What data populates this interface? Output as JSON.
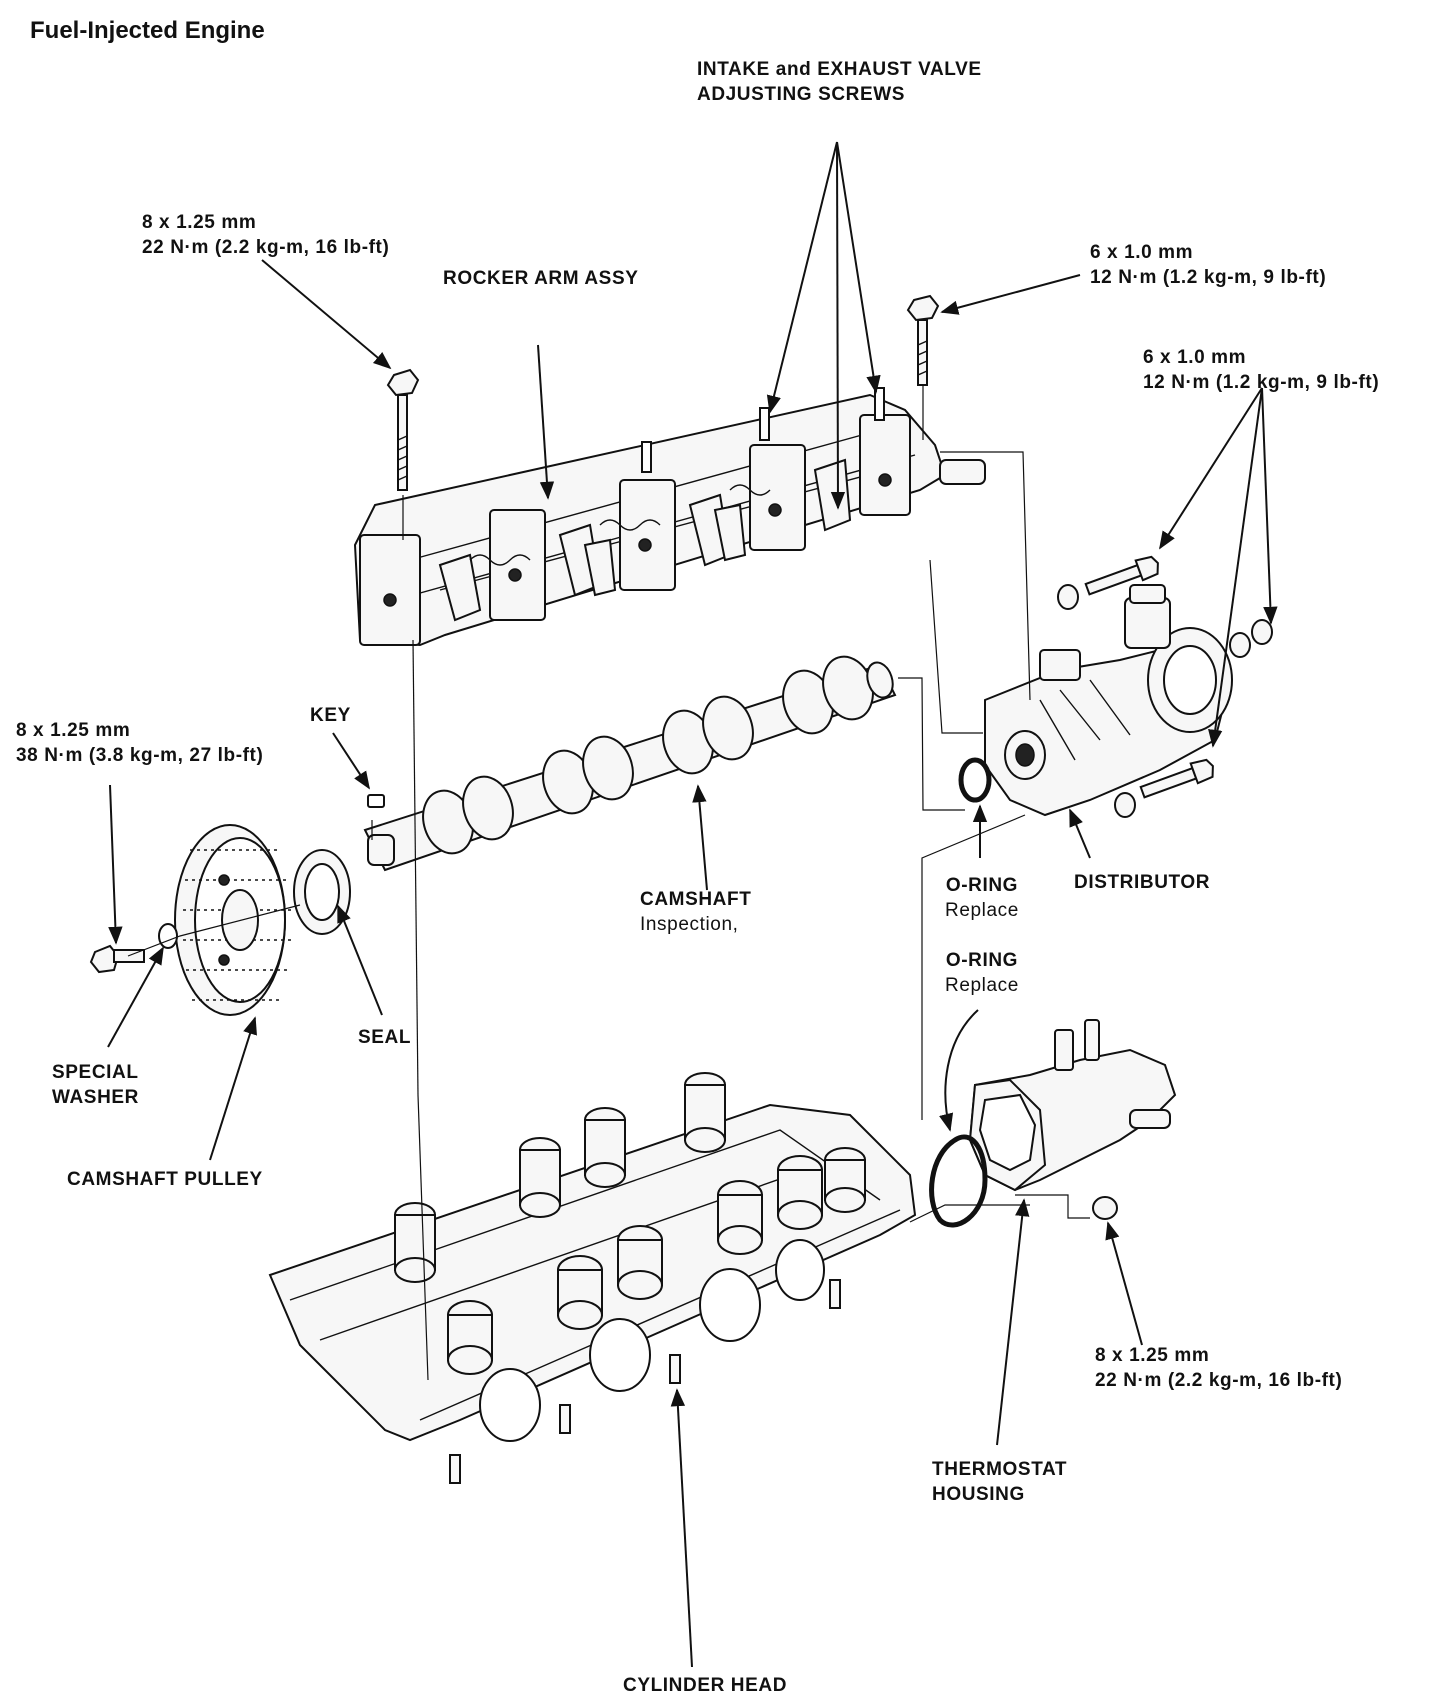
{
  "title": "Fuel-Injected Engine",
  "labels": {
    "valve_screws": [
      "INTAKE and EXHAUST VALVE",
      "ADJUSTING SCREWS"
    ],
    "bolt_left_top": [
      "8 x 1.25 mm",
      "22 N·m (2.2 kg-m, 16 lb-ft)"
    ],
    "rocker_arm": "ROCKER ARM ASSY",
    "bolt_right_top": [
      "6 x 1.0 mm",
      "12 N·m (1.2 kg-m, 9 lb-ft)"
    ],
    "bolt_distributor": [
      "6 x 1.0 mm",
      "12 N·m (1.2 kg-m, 9 lb-ft)"
    ],
    "key": "KEY",
    "bolt_pulley": [
      "8 x 1.25 mm",
      "38 N·m (3.8 kg-m, 27 lb-ft)"
    ],
    "camshaft": [
      "CAMSHAFT",
      "Inspection,"
    ],
    "o_ring_distributor": [
      "O-RING",
      "Replace"
    ],
    "distributor": "DISTRIBUTOR",
    "o_ring_thermostat": [
      "O-RING",
      "Replace"
    ],
    "seal": "SEAL",
    "special_washer": [
      "SPECIAL",
      "WASHER"
    ],
    "camshaft_pulley": "CAMSHAFT PULLEY",
    "bolt_thermostat": [
      "8 x 1.25 mm",
      "22 N·m (2.2 kg-m, 16 lb-ft)"
    ],
    "thermostat_housing": [
      "THERMOSTAT",
      "HOUSING"
    ],
    "cylinder_head": "CYLINDER HEAD"
  }
}
